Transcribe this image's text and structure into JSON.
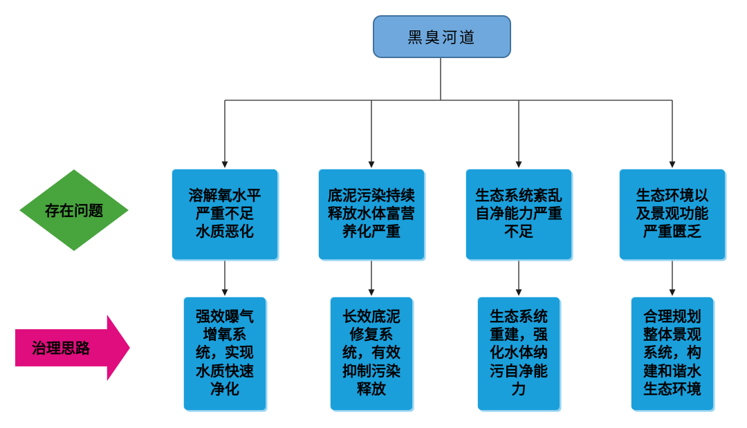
{
  "palette": {
    "box_blue": "#1A9FDB",
    "box_blue_glow": "#8ED0EF",
    "top_fill": "#6FA8DC",
    "top_border": "#41719C",
    "diamond_green": "#48A43D",
    "arrow_pink": "#E00D7E",
    "line": "#4d4d4d",
    "text": "#000000"
  },
  "root": {
    "label": "黑臭河道"
  },
  "row_labels": {
    "problems": "存在问题",
    "solutions": "治理思路"
  },
  "columns": [
    {
      "problem": [
        "溶解氧水平",
        "严重不足",
        "水质恶化"
      ],
      "solution": [
        "强效曝气",
        "增氧系",
        "统，实现",
        "水质快速",
        "净化"
      ]
    },
    {
      "problem": [
        "底泥污染持续",
        "释放水体富营",
        "养化严重"
      ],
      "solution": [
        "长效底泥",
        "修复系",
        "统，有效",
        "抑制污染",
        "释放"
      ]
    },
    {
      "problem": [
        "生态系统紊乱",
        "自净能力严重",
        "不足"
      ],
      "solution": [
        "生态系统",
        "重建，强",
        "化水体纳",
        "污自净能",
        "力"
      ]
    },
    {
      "problem": [
        "生态环境以",
        "及景观功能",
        "严重匮乏"
      ],
      "solution": [
        "合理规划",
        "整体景观",
        "系统，构",
        "建和谐水",
        "生态环境"
      ]
    }
  ]
}
